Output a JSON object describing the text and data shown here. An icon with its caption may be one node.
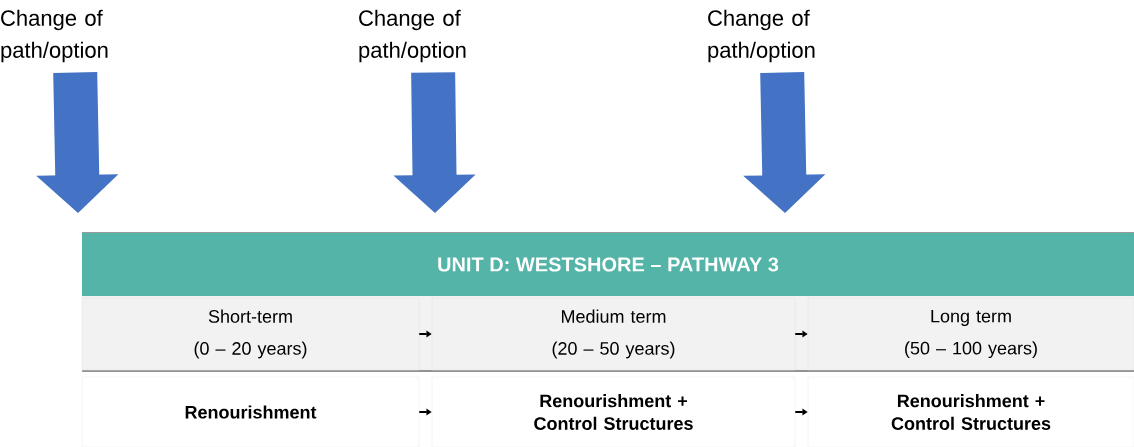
{
  "diagram": {
    "nodes": [
      {
        "text": [
          "Change of path/option"
        ]
      },
      {
        "text": [
          "Change of path/option"
        ]
      },
      {
        "text": [
          "Change of path/option"
        ]
      },
      {
        "text": [
          "UNIT D: WESTSHORE – PATHWAY 3"
        ]
      },
      {
        "text": [
          "Short-term",
          "(0 – 20 years)"
        ]
      },
      {
        "text": [
          "Medium term",
          "(20 – 50 years)"
        ]
      },
      {
        "text": [
          "Long term",
          "(50 – 100 years)"
        ]
      },
      {
        "text": [
          "Renourishment"
        ]
      },
      {
        "text": [
          "Renourishment + Control Structures"
        ]
      },
      {
        "text": [
          "Renourishment + Control Structures"
        ]
      }
    ],
    "edges": [
      {
        "from": 0,
        "to": null,
        "arrow": "to",
        "style": "thick",
        "color": "#4472c4"
      },
      {
        "from": 1,
        "to": null,
        "arrow": "to",
        "style": "thick",
        "color": "#4472c4"
      },
      {
        "from": 2,
        "to": null,
        "arrow": "to",
        "style": "thick",
        "color": "#4472c4"
      },
      {
        "from": 4,
        "to": 5,
        "arrow": "to"
      },
      {
        "from": 5,
        "to": 6,
        "arrow": "to"
      },
      {
        "from": 7,
        "to": 8,
        "arrow": "to"
      },
      {
        "from": 8,
        "to": 9,
        "arrow": "to"
      }
    ]
  }
}
